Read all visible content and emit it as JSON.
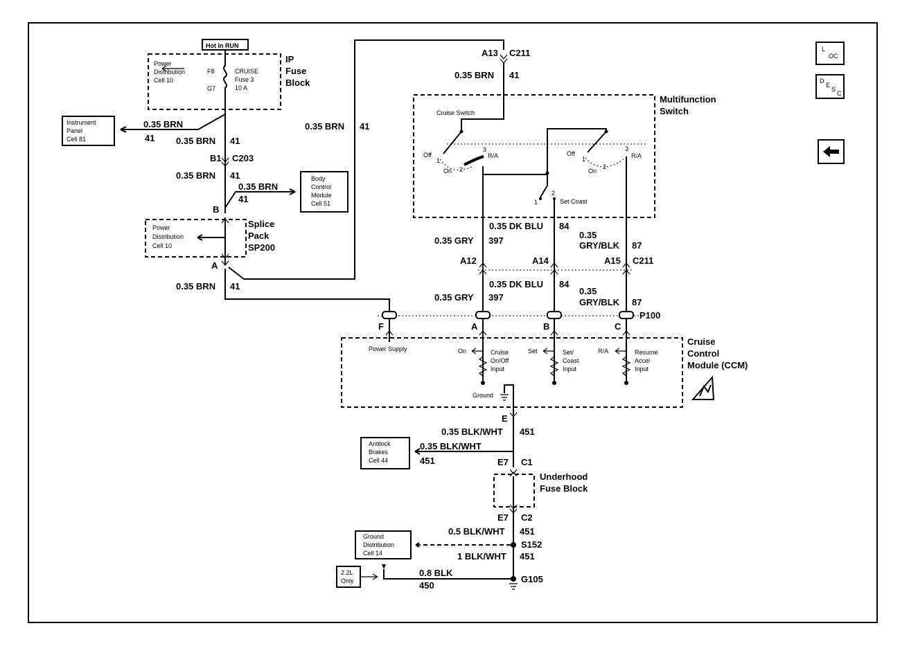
{
  "nav": {
    "loc": "L",
    "loc_sub": "OC",
    "desc": "D",
    "desc_sub1": "E",
    "desc_sub2": "S",
    "desc_sub3": "C"
  },
  "boxes": {
    "hot_in_run": "Hot In RUN",
    "pd_ip_1": "Power",
    "pd_ip_2": "Distribution",
    "pd_ip_3": "Cell 10",
    "fuse_f8": "F8",
    "fuse_g7": "G7",
    "fuse_name_1": "CRUISE",
    "fuse_name_2": "Fuse 3",
    "fuse_name_3": "10 A",
    "ip_fuse_1": "IP",
    "ip_fuse_2": "Fuse",
    "ip_fuse_3": "Block",
    "ipc_1": "Instrument",
    "ipc_2": "Panel",
    "ipc_3": "Cell 81",
    "bcm_1": "Body",
    "bcm_2": "Control",
    "bcm_3": "Module",
    "bcm_4": "Cell 51",
    "pd_sp_1": "Power",
    "pd_sp_2": "Distribution",
    "pd_sp_3": "Cell 10",
    "splice_1": "Splice",
    "splice_2": "Pack",
    "splice_3": "SP200",
    "mf_1": "Multifunction",
    "mf_2": "Switch",
    "cruise_switch": "Cruise Switch",
    "ccm_1": "Cruise",
    "ccm_2": "Control",
    "ccm_3": "Module (CCM)",
    "abs_1": "Antilock",
    "abs_2": "Brakes",
    "abs_3": "Cell 44",
    "uh_1": "Underhood",
    "uh_2": "Fuse Block",
    "gd_1": "Ground",
    "gd_2": "Distribution",
    "gd_3": "Cell 14",
    "only_1": "2.2L",
    "only_2": "Only"
  },
  "wires": {
    "brn": "0.35 BRN",
    "c41": "41",
    "b1": "B1",
    "c203": "C203",
    "sp_b": "B",
    "sp_a": "A",
    "a13": "A13",
    "c211": "C211",
    "gry": "0.35 GRY",
    "c397": "397",
    "dkblu": "0.35 DK BLU",
    "c84": "84",
    "grybl_1": "0.35",
    "grybl_2": "GRY/BLK",
    "c87": "87",
    "a12": "A12",
    "a14": "A14",
    "a15": "A15",
    "p100": "P100",
    "pin_f": "F",
    "pin_a": "A",
    "pin_b": "B",
    "pin_c": "C",
    "pin_e": "E",
    "blkwht035": "0.35 BLK/WHT",
    "c451": "451",
    "e7": "E7",
    "c1": "C1",
    "c2": "C2",
    "blkwht05": "0.5 BLK/WHT",
    "s152": "S152",
    "blkwht1": "1 BLK/WHT",
    "blk08": "0.8 BLK",
    "c450": "450",
    "g105": "G105"
  },
  "switch": {
    "off": "Off",
    "on": "On",
    "n1": "1",
    "n2": "2",
    "n3": "3",
    "ra": "R/A",
    "set_coast": "Set Coast",
    "n4": "1"
  },
  "ccm": {
    "power_supply": "Power Supply",
    "on": "On",
    "set": "Set",
    "ra": "R/A",
    "in1_1": "Cruise",
    "in1_2": "On/Off",
    "in1_3": "Input",
    "in2_1": "Set/",
    "in2_2": "Coast",
    "in2_3": "Input",
    "in3_1": "Resume",
    "in3_2": "Accel",
    "in3_3": "Input",
    "ground": "Ground"
  }
}
